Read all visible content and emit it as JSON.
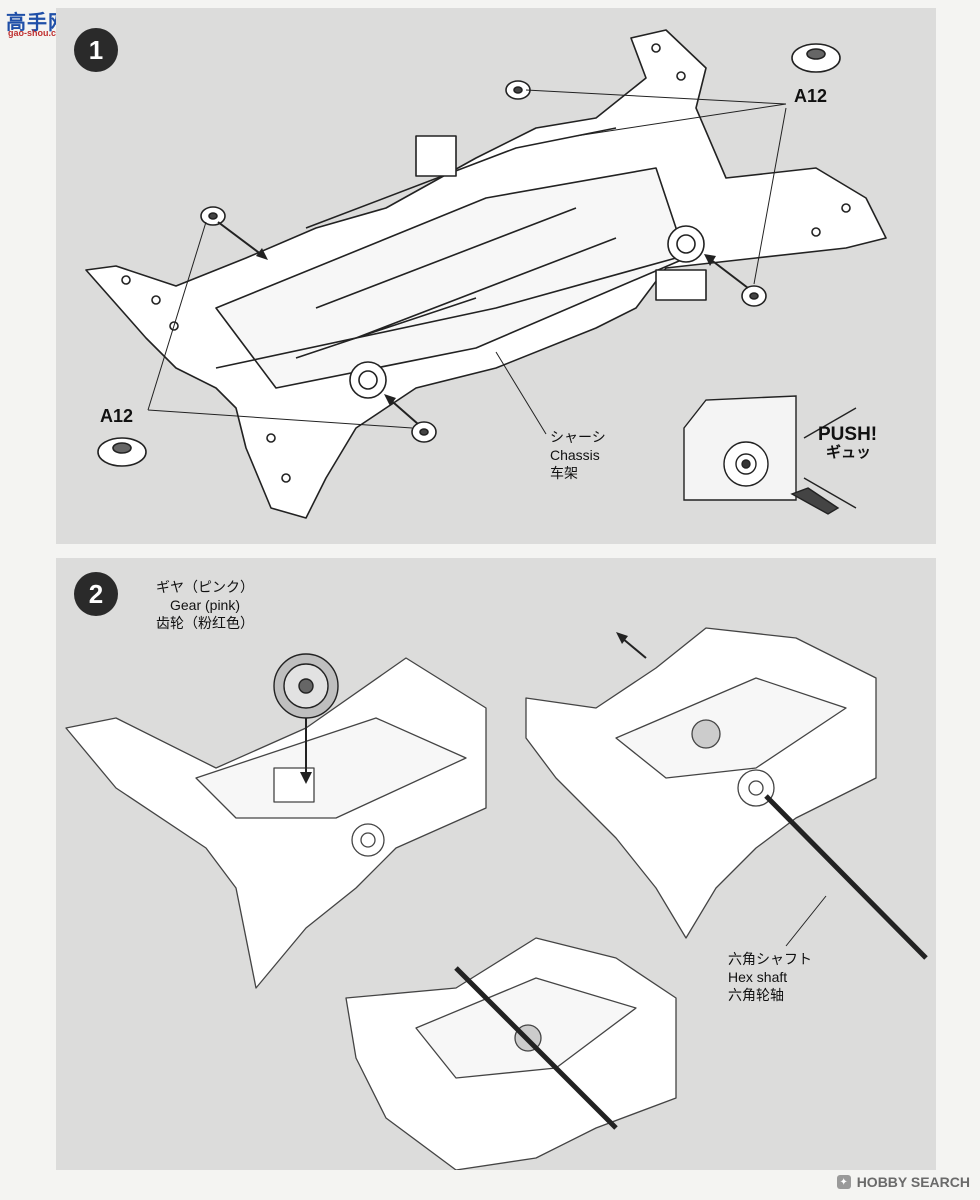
{
  "site_logo": {
    "glyph": "高手网",
    "site": "gao-shou.com"
  },
  "steps": [
    {
      "number": "1",
      "part_code_top": "A12",
      "part_code_left": "A12",
      "chassis_label": {
        "jp": "シャーシ",
        "en": "Chassis",
        "cn": "车架"
      },
      "push_label": {
        "en": "PUSH!",
        "jp": "ギュッ"
      }
    },
    {
      "number": "2",
      "gear_label": {
        "jp": "ギヤ（ピンク）",
        "en": "Gear (pink)",
        "cn": "齿轮（粉红色）"
      },
      "shaft_label": {
        "jp": "六角シャフト",
        "en": "Hex shaft",
        "cn": "六角轮轴"
      }
    }
  ],
  "watermark": {
    "text": "HOBBY SEARCH",
    "icon": "hobby-search-logo-icon"
  },
  "colors": {
    "panel": "#dcdcdb",
    "badge": "#2a2a2a",
    "line": "#222222"
  }
}
